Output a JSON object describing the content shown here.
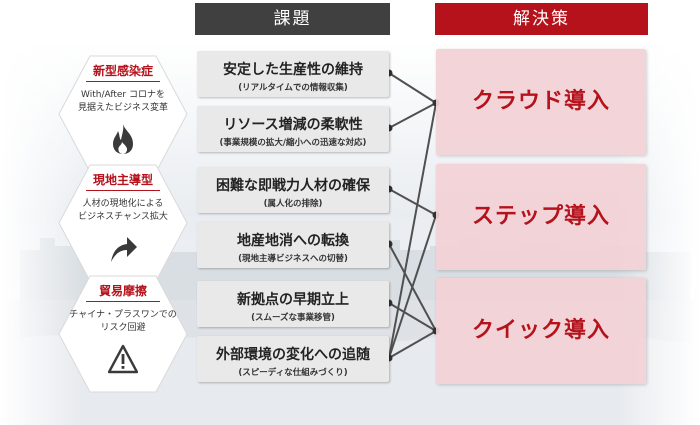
{
  "headers": {
    "issues": "課題",
    "solutions": "解決策"
  },
  "drivers": [
    {
      "title": "新型感染症",
      "lines": [
        "With/After コロナを",
        "見据えたビジネス変革"
      ],
      "icon": "fire-icon"
    },
    {
      "title": "現地主導型",
      "lines": [
        "人材の現地化による",
        "ビジネスチャンス拡大"
      ],
      "icon": "up-arrow-icon"
    },
    {
      "title": "貿易摩擦",
      "lines": [
        "チャイナ・プラスワンでの",
        "リスク回避"
      ],
      "icon": "warning-icon"
    }
  ],
  "issues": [
    {
      "title": "安定した生産性の維持",
      "sub": "(リアルタイムでの情報収集)"
    },
    {
      "title": "リソース増減の柔軟性",
      "sub": "(事業規模の拡大/縮小への迅速な対応)"
    },
    {
      "title": "困難な即戦力人材の確保",
      "sub": "(属人化の排除)"
    },
    {
      "title": "地産地消への転換",
      "sub": "(現地主導ビジネスへの切替)"
    },
    {
      "title": "新拠点の早期立上",
      "sub": "(スムーズな事業移管)"
    },
    {
      "title": "外部環境の変化への追随",
      "sub": "(スピーディな仕組みづくり)"
    }
  ],
  "solutions": [
    {
      "label": "クラウド導入"
    },
    {
      "label": "ステップ導入"
    },
    {
      "label": "クイック導入"
    }
  ],
  "links": [
    {
      "issue": 0,
      "solution": 0
    },
    {
      "issue": 1,
      "solution": 0
    },
    {
      "issue": 2,
      "solution": 1
    },
    {
      "issue": 3,
      "solution": 2
    },
    {
      "issue": 4,
      "solution": 2
    },
    {
      "issue": 5,
      "solution": 0
    },
    {
      "issue": 5,
      "solution": 1
    },
    {
      "issue": 5,
      "solution": 2
    }
  ],
  "colors": {
    "accent": "#b5121b",
    "header_dark": "#404040",
    "connector": "#505050"
  }
}
